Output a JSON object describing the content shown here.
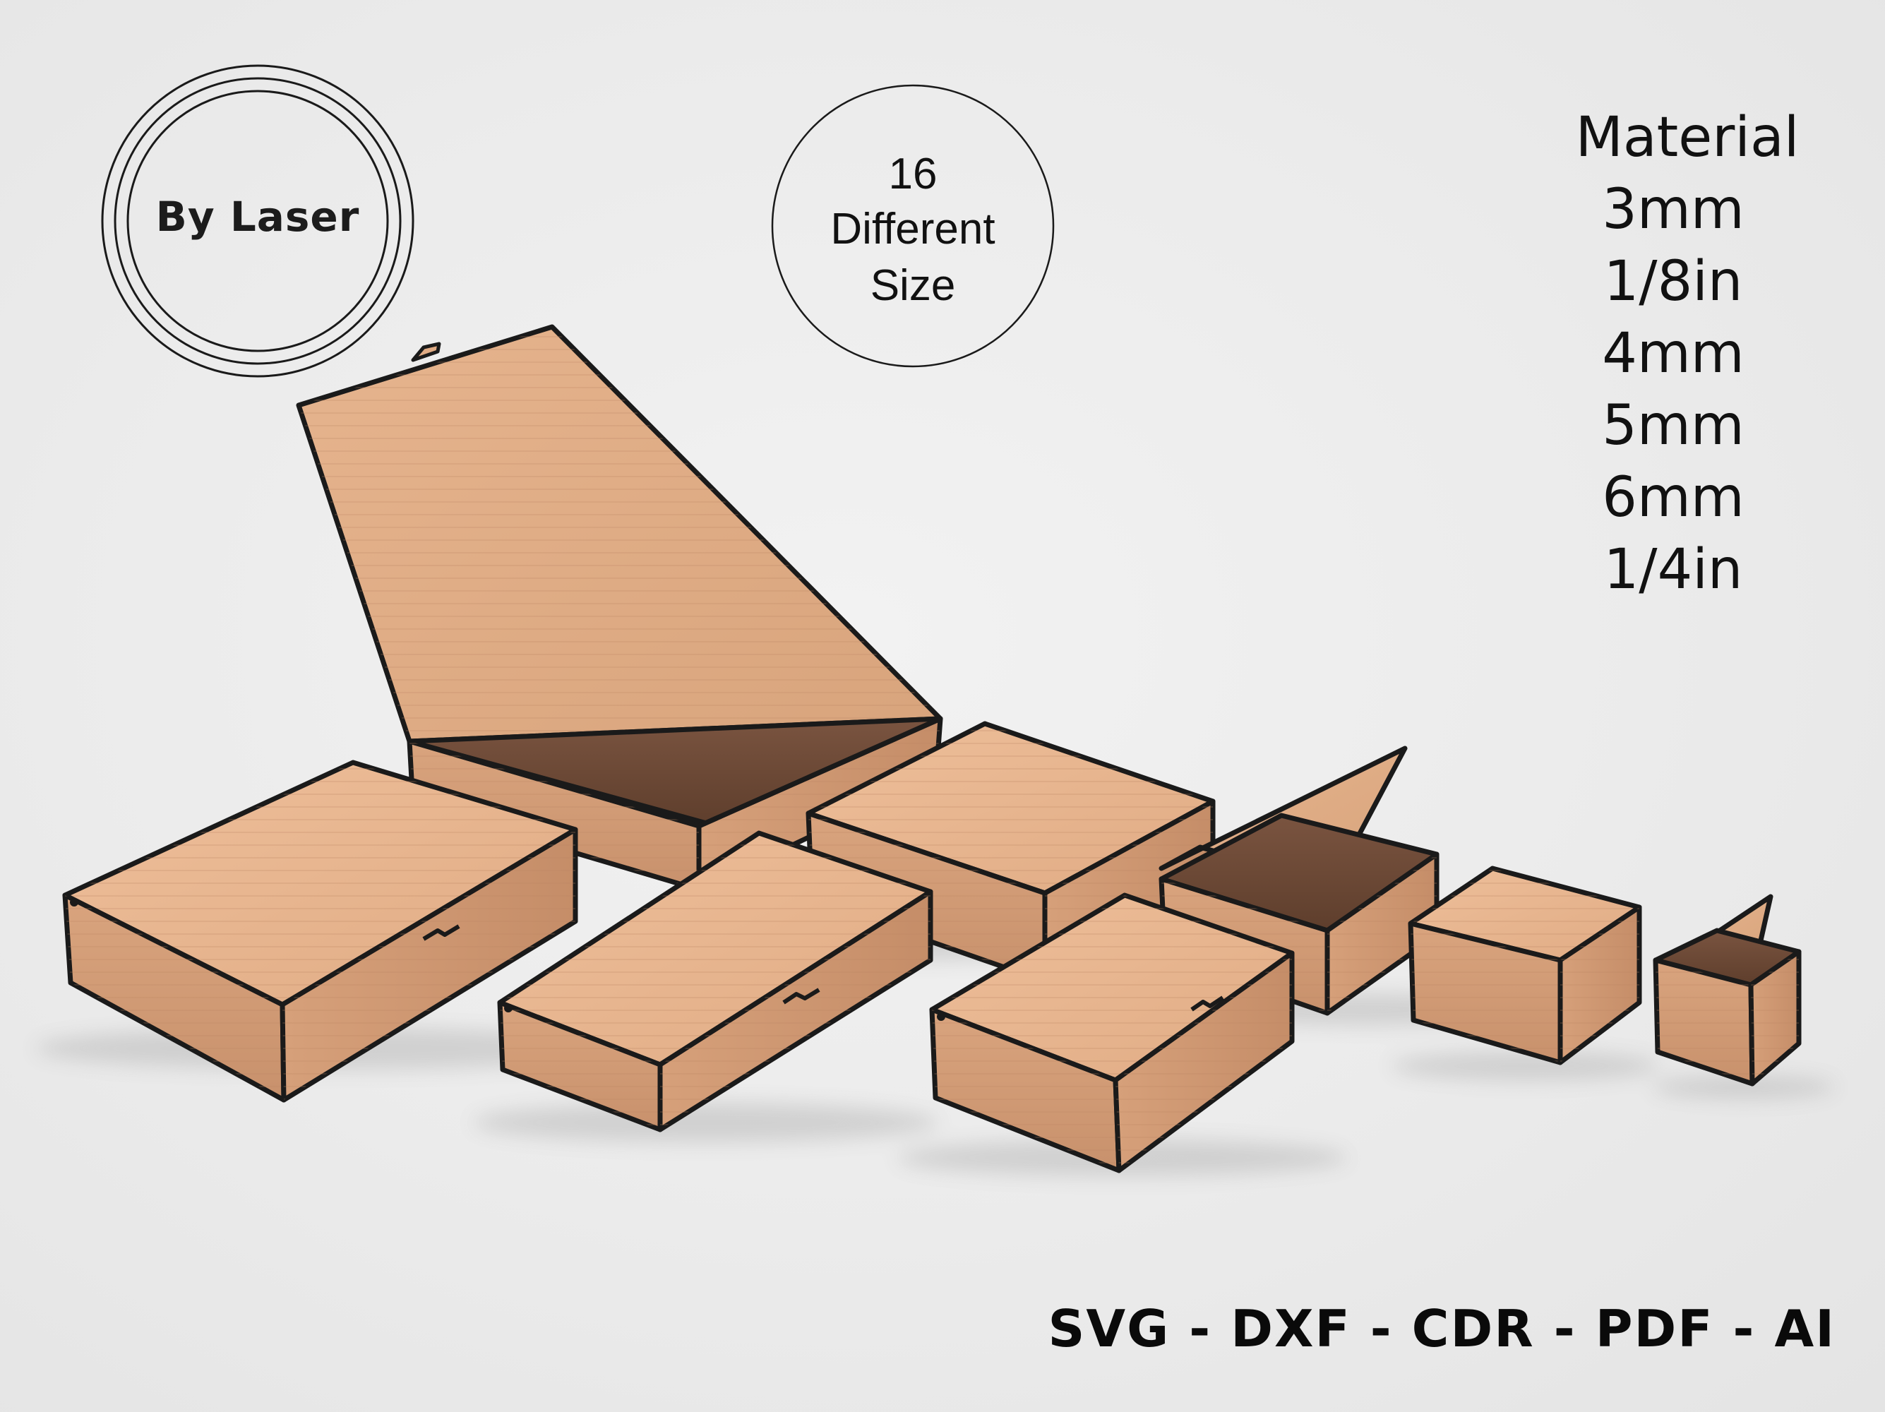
{
  "logo": {
    "text": "By Laser"
  },
  "sizes_badge": {
    "count": "16",
    "line1": "Different",
    "line2": "Size"
  },
  "material": {
    "heading": "Material",
    "items": [
      "3mm",
      "1/8in",
      "4mm",
      "5mm",
      "6mm",
      "1/4in"
    ]
  },
  "formats": {
    "text": "SVG - DXF - CDR - PDF - AI"
  },
  "colors": {
    "background": "#ebebeb",
    "wood_top": "#e8b48c",
    "wood_side": "#d5a07a",
    "wood_front": "#c99470",
    "wood_inner": "#6e4a36",
    "edge": "#1a1a1a"
  }
}
